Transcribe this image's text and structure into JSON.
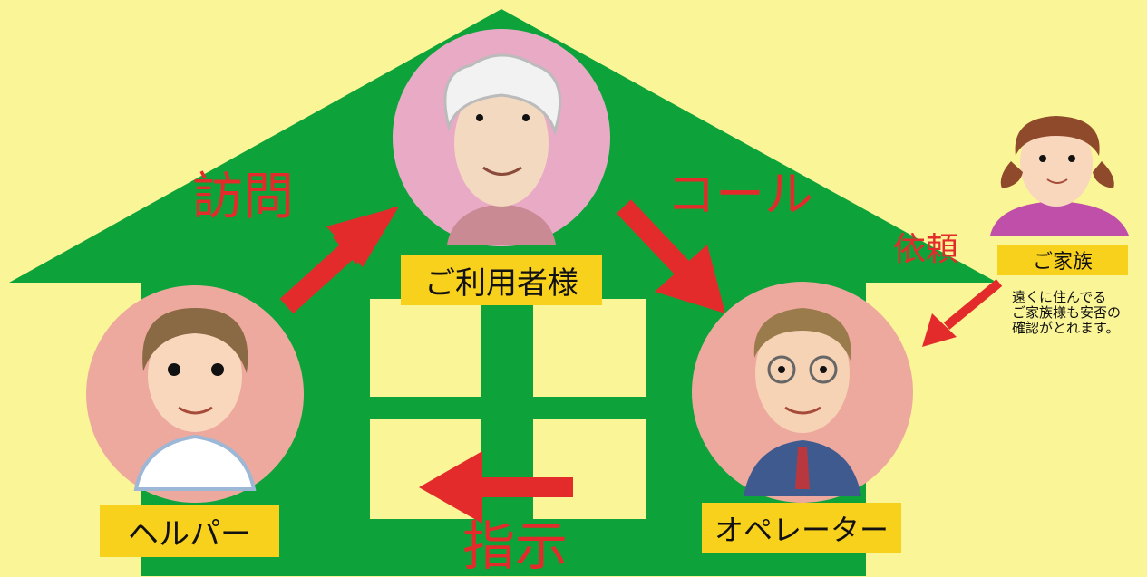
{
  "roles": {
    "user": "ご利用者様",
    "helper": "ヘルパー",
    "operator": "オペレーター",
    "family": "ご家族"
  },
  "actions": {
    "visit": "訪問",
    "call": "コール",
    "instruct": "指示",
    "request": "依頼"
  },
  "family_note": [
    "遠くに住んでる",
    "ご家族様も安否の",
    "確認がとれます。"
  ],
  "colors": {
    "background": "#faf597",
    "house": "#0ea33a",
    "arrow": "#e42b2b",
    "label": "#f8d11d",
    "elder_circle": "#e8aac5",
    "staff_circle": "#eea99e"
  }
}
